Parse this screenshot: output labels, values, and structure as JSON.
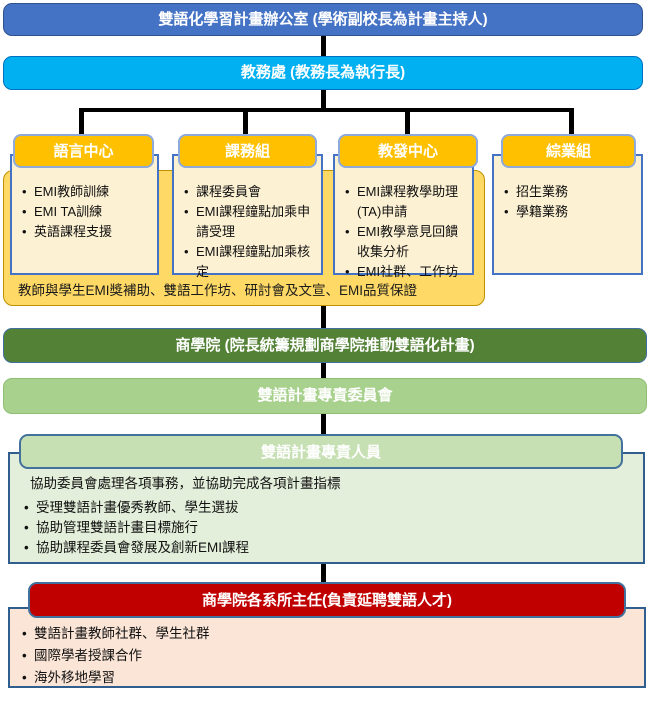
{
  "org": {
    "office_box": {
      "label": "雙語化學習計畫辦公室  (學術副校長為計畫主持人)"
    },
    "academic_affairs_box": {
      "label": "教務處  (教務長為執行長)"
    },
    "departments": [
      {
        "title": "語言中心",
        "items": [
          "EMI教師訓練",
          "EMI TA訓練",
          "英語課程支援"
        ]
      },
      {
        "title": "課務組",
        "items": [
          "課程委員會",
          "EMI課程鐘點加乘申請受理",
          "EMI課程鐘點加乘核定"
        ]
      },
      {
        "title": "教發中心",
        "items": [
          "EMI課程教學助理(TA)申請",
          "EMI教學意見回饋收集分析",
          "EMI社群、工作坊"
        ]
      },
      {
        "title": "綜業組",
        "items": [
          "招生業務",
          "學籍業務"
        ]
      }
    ],
    "banner_text": "教師與學生EMI獎補助、雙語工作坊、研討會及文宣、EMI品質保證",
    "college_box": {
      "label": "商學院 (院長統籌規劃商學院推動雙語化計畫)"
    },
    "committee_bar": {
      "label": "雙語計畫專責委員會"
    },
    "staff_section": {
      "header": "雙語計畫專責人員",
      "intro": "協助委員會處理各項事務，並協助完成各項計畫指標",
      "items": [
        "受理雙語計畫優秀教師、學生選拔",
        "協助管理雙語計畫目標施行",
        "協助課程委員會發展及創新EMI課程"
      ]
    },
    "chairs_section": {
      "header": "商學院各系所主任(負責延聘雙語人才)",
      "items": [
        "雙語計畫教師社群、學生社群",
        "國際學者授課合作",
        "海外移地學習"
      ]
    }
  },
  "colors": {
    "office_box": "#4472C4",
    "academic_affairs_box": "#00B0F0",
    "dept_header": "#FFC000",
    "dept_card_fill": "#FCF1D2",
    "dept_card_border": "#4472C4",
    "gold_panel": "#FFD966",
    "college_box": "#538135",
    "committee_bar": "#A9D18E",
    "staff_header": "#C6E0B4",
    "staff_panel": "#E3EFDA",
    "chairs_box": "#C00000",
    "chairs_panel": "#FBE5D6",
    "connector": "#000000"
  }
}
